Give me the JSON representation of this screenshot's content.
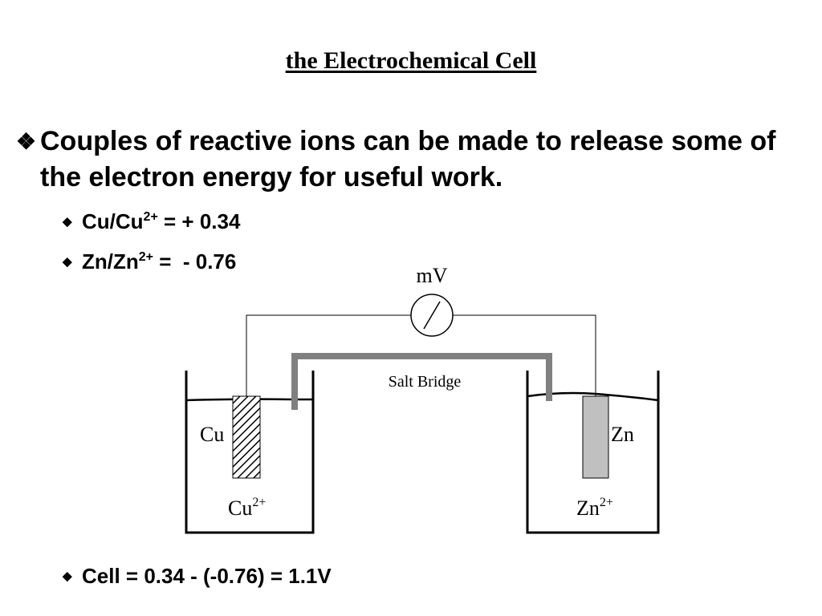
{
  "slide": {
    "title": "the Electrochemical Cell",
    "main_bullet": {
      "marker": "❖",
      "text": "Couples of reactive ions can be made to release some of the electron energy for useful work."
    },
    "sub_bullets": [
      {
        "marker": "◆",
        "base": "Cu/Cu",
        "sup": "2+",
        "rest": " = + 0.34"
      },
      {
        "marker": "◆",
        "base": "Zn/Zn",
        "sup": "2+",
        "rest": " =  - 0.76"
      }
    ],
    "cell_bullet": {
      "marker": "◆",
      "text": "Cell = 0.34 - (-0.76) = 1.1V"
    }
  },
  "diagram": {
    "meter_label": "mV",
    "salt_bridge_label": "Salt Bridge",
    "left_electrode_label": "Cu",
    "right_electrode_label": "Zn",
    "left_ion": {
      "base": "Cu",
      "sup": "2+"
    },
    "right_ion": {
      "base": "Zn",
      "sup": "2+"
    },
    "colors": {
      "lines": "#000000",
      "salt_bridge": "#808080",
      "zinc_electrode": "#c0c0c0"
    }
  }
}
